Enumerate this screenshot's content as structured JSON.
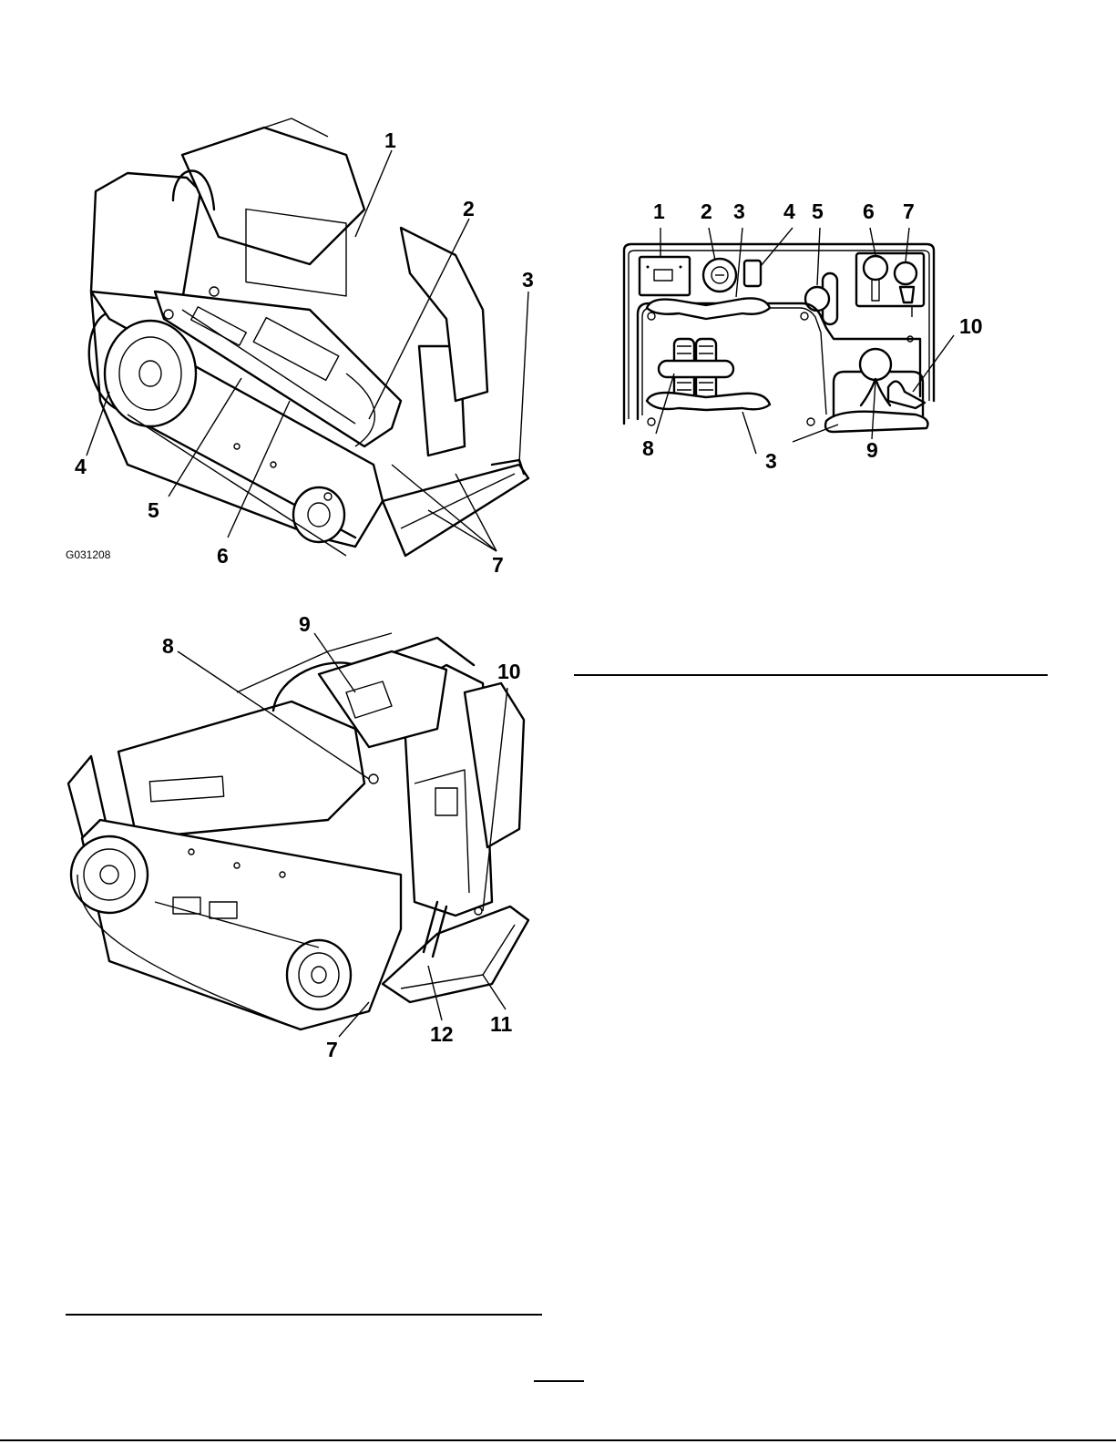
{
  "figure_top": {
    "code": "G031208",
    "callouts": [
      "1",
      "2",
      "3",
      "4",
      "5",
      "6",
      "7"
    ]
  },
  "figure_bottom": {
    "callouts": [
      "7",
      "8",
      "9",
      "10",
      "11",
      "12"
    ]
  },
  "figure_panel": {
    "top_callouts": [
      "1",
      "2",
      "3",
      "4",
      "5",
      "6",
      "7"
    ],
    "bottom_callouts": [
      "8",
      "3",
      "9"
    ],
    "right_callout": "10"
  }
}
